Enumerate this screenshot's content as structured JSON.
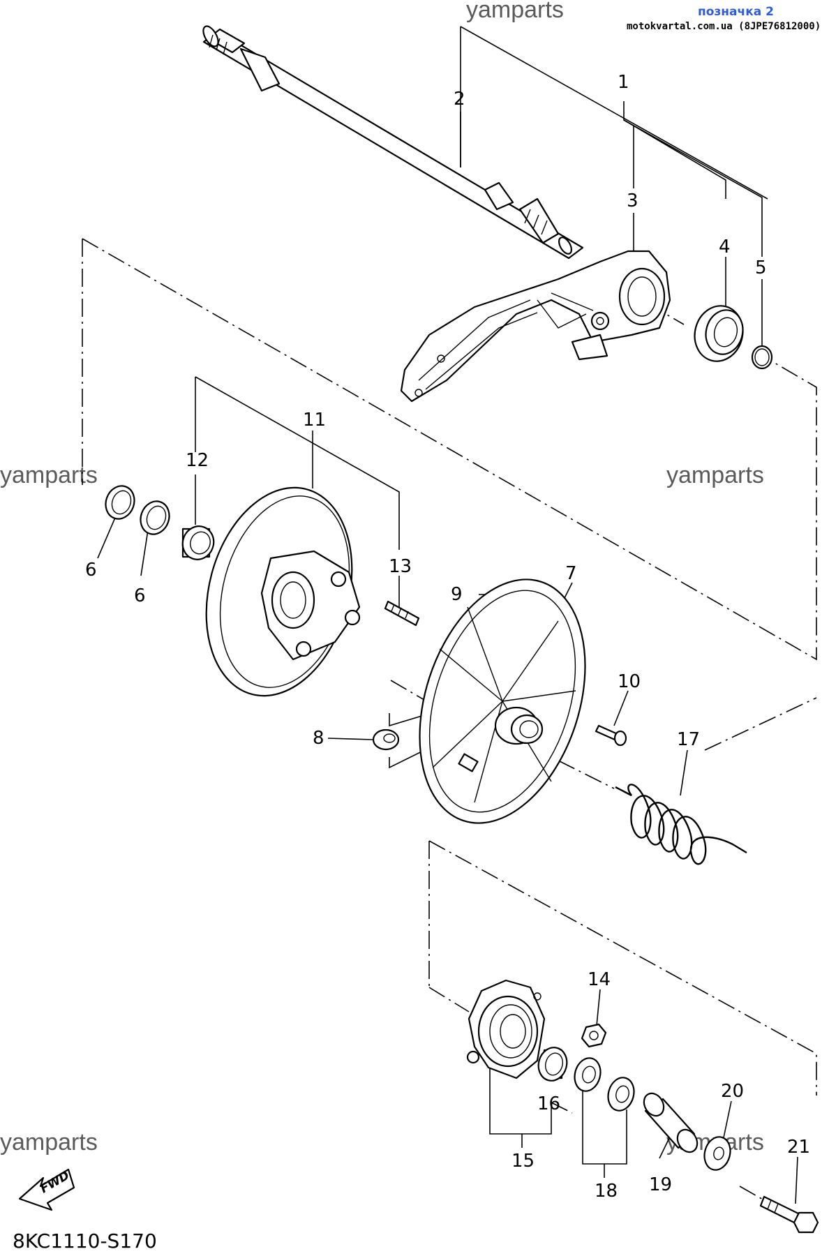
{
  "header": {
    "tag": "позначка 2",
    "site": "motokvartal.com.ua (8JPE76812000)"
  },
  "watermark": "yamparts",
  "diagram_code": "8KC1110-S170",
  "fwd_label": "FWD",
  "callouts": {
    "c1": "1",
    "c2": "2",
    "c3": "3",
    "c4": "4",
    "c5": "5",
    "c6a": "6",
    "c6b": "6",
    "c7": "7",
    "c8": "8",
    "c9": "9",
    "c10": "10",
    "c11": "11",
    "c12": "12",
    "c13": "13",
    "c14": "14",
    "c15": "15",
    "c16": "16",
    "c17": "17",
    "c18": "18",
    "c19": "19",
    "c20": "20",
    "c21": "21"
  }
}
